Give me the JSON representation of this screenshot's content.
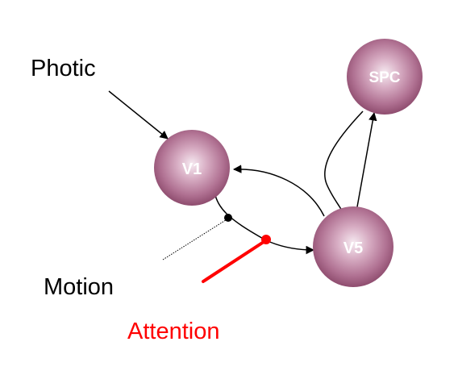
{
  "nodes": {
    "v1": {
      "label": "V1"
    },
    "v5": {
      "label": "V5"
    },
    "spc": {
      "label": "SPC"
    }
  },
  "labels": {
    "photic": "Photic",
    "motion": "Motion",
    "attention": "Attention"
  },
  "colors": {
    "node_center": "#f4e6ee",
    "node_mid": "#b77898",
    "node_edge": "#8e4c6e",
    "arrow": "#000000",
    "attention": "#ff0000",
    "text": "#000000"
  }
}
